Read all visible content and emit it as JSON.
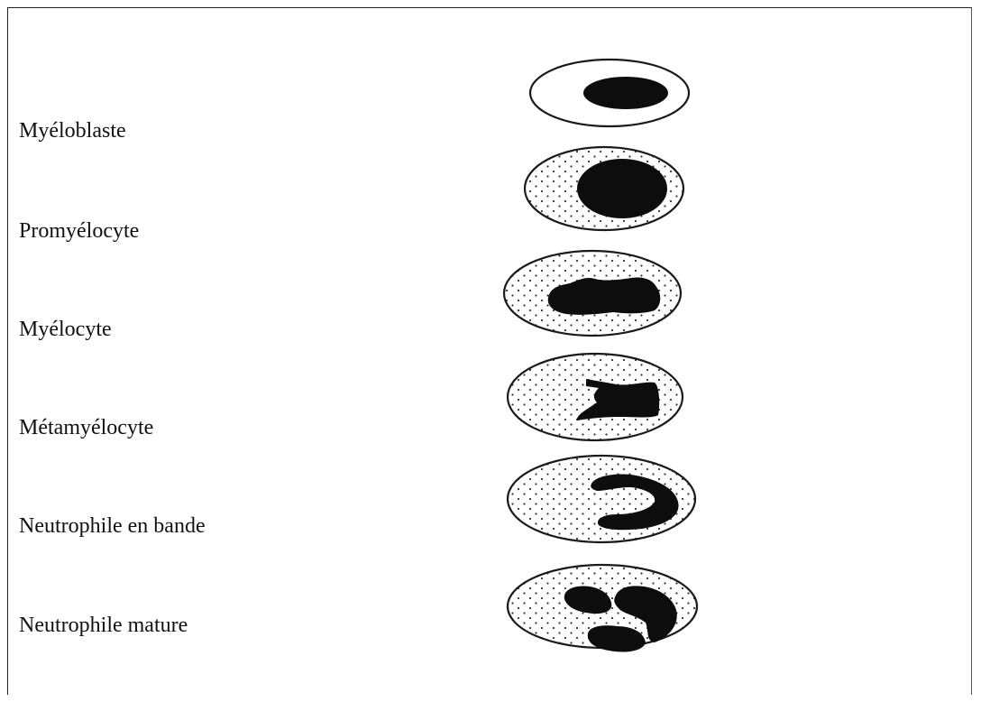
{
  "stages": [
    {
      "label": "Myéloblaste",
      "cytoplasm": "clear",
      "nucleus": "oval"
    },
    {
      "label": "Promyélocyte",
      "cytoplasm": "granular",
      "nucleus": "round-large"
    },
    {
      "label": "Myélocyte",
      "cytoplasm": "granular",
      "nucleus": "irregular-oval"
    },
    {
      "label": "Métamyélocyte",
      "cytoplasm": "granular",
      "nucleus": "indented-kidney"
    },
    {
      "label": "Neutrophile en bande",
      "cytoplasm": "granular",
      "nucleus": "band-horseshoe"
    },
    {
      "label": "Neutrophile mature",
      "cytoplasm": "granular",
      "nucleus": "segmented-lobes"
    }
  ],
  "colors": {
    "nucleus": "#0d0d0d",
    "cell_outline": "#1a1a1a",
    "granules": "#333333",
    "background": "#ffffff"
  }
}
